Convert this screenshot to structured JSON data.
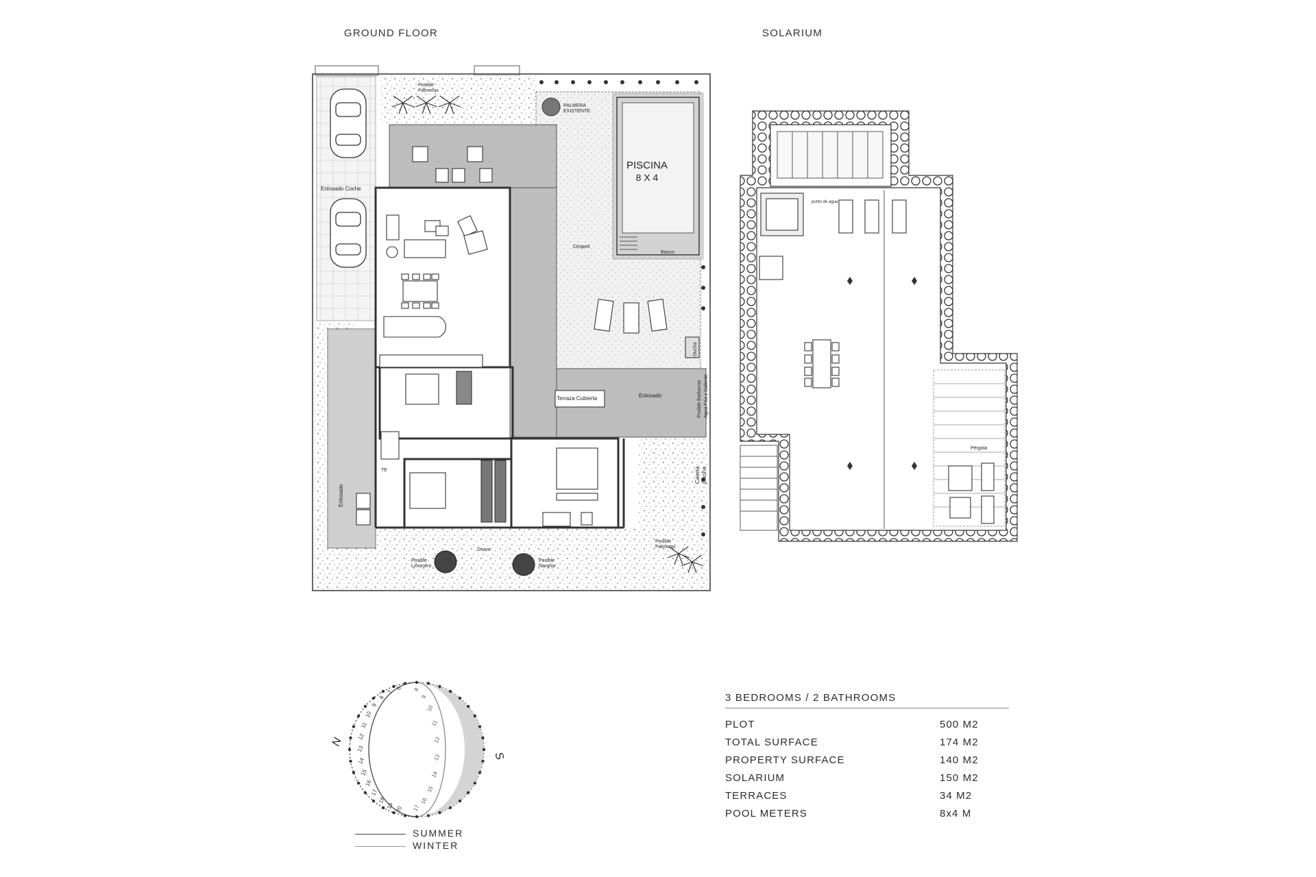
{
  "ground_floor": {
    "title": "GROUND FLOOR",
    "labels": {
      "pool": "PISCINA",
      "pool_size": "8 X 4",
      "palm_existing_1": "PALMERA",
      "palm_existing_2": "EXISTENTE",
      "possible_palms_top_1": "Posible",
      "possible_palms_top_2": "Palmeras",
      "car_paving": "Enlosado Coche",
      "lawn": "Césped",
      "bench": "Banco",
      "covered_terrace": "Terraza Cubierta",
      "paving_right": "Enlosado",
      "paving_left": "Enlosado",
      "pool_house_1": "Caseta",
      "pool_house_2": "piscina",
      "gravel": "Grava",
      "possible_lemon_1": "Posible",
      "possible_lemon_2": "Limonero",
      "possible_orange_1": "Posible",
      "possible_orange_2": "Naranjo",
      "possible_palms_bottom_1": "Posible",
      "possible_palms_bottom_2": "Palmeras",
      "shower": "Ducha",
      "barbecue": "Posible Barbacoa",
      "water": "Agua Fría y Caliente",
      "meter": "TE"
    }
  },
  "solarium": {
    "title": "SOLARIUM",
    "labels": {
      "pergola": "Pérgola",
      "water_point": "punto de agua"
    }
  },
  "sun_chart": {
    "north": "N",
    "south": "S",
    "summer_hours": [
      "6",
      "7",
      "8",
      "9",
      "10",
      "11",
      "12",
      "13",
      "14",
      "15",
      "16",
      "17",
      "18",
      "19",
      "20"
    ],
    "winter_hours": [
      "8",
      "9",
      "10",
      "11",
      "12",
      "13",
      "14",
      "15",
      "16",
      "17"
    ],
    "legend": {
      "summer": "SUMMER",
      "winter": "WINTER"
    }
  },
  "specs": {
    "title": "3 BEDROOMS / 2 BATHROOMS",
    "rows": [
      {
        "label": "PLOT",
        "value": "500 M2"
      },
      {
        "label": "TOTAL SURFACE",
        "value": "174 M2"
      },
      {
        "label": "PROPERTY SURFACE",
        "value": "140 M2"
      },
      {
        "label": "SOLARIUM",
        "value": "150 M2"
      },
      {
        "label": "TERRACES",
        "value": "34 M2"
      },
      {
        "label": "POOL METERS",
        "value": "8x4 M"
      }
    ]
  },
  "colors": {
    "line": "#333333",
    "wall": "#444444",
    "shade": "#bdbdbd",
    "light_shade": "#dcdcdc",
    "paving": "#e6e6e6",
    "background": "#ffffff"
  }
}
